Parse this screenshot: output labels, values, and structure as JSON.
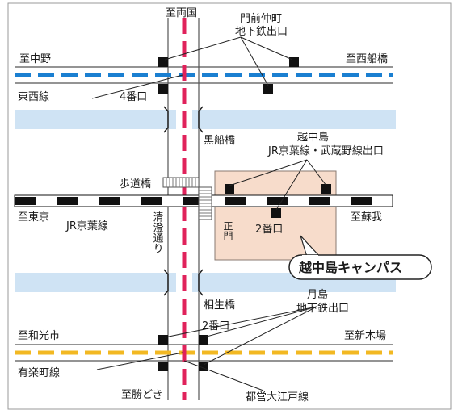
{
  "map": {
    "labels": {
      "north_top": "至両国",
      "monzen_exit_1": "門前仲町",
      "monzen_exit_2": "地下鉄出口",
      "west_naka": "至中野",
      "east_nishifunabashi": "至西船橋",
      "tozai_line": "東西線",
      "exit4": "4番口",
      "kurofune_bridge": "黒船橋",
      "etchujima_1": "越中島",
      "etchujima_2": "JR京葉線・武蔵野線出口",
      "footbridge": "歩道橋",
      "west_tokyo": "至東京",
      "east_soga": "至蘇我",
      "jr_keiyo": "JR京葉線",
      "kiyosumi_dori": "清澄通り",
      "main_gate": "正門",
      "exit2_top": "2番口",
      "campus": "越中島キャンパス",
      "aioi_bridge": "相生橋",
      "tsukishima_1": "月島",
      "tsukishima_2": "地下鉄出口",
      "exit2_bottom": "2番口",
      "west_wakoshi": "至和光市",
      "east_shinkiba": "至新木場",
      "yurakucho_line": "有楽町線",
      "south_kachidoki": "至勝どき",
      "oedo_line": "都営大江戸線"
    },
    "colors": {
      "tozai": "#1a7fd1",
      "yurakucho": "#f2b822",
      "oedo": "#e0225b",
      "river": "#cfe3f4",
      "campus": "#f7dccb",
      "exit_marker": "#111111"
    }
  }
}
